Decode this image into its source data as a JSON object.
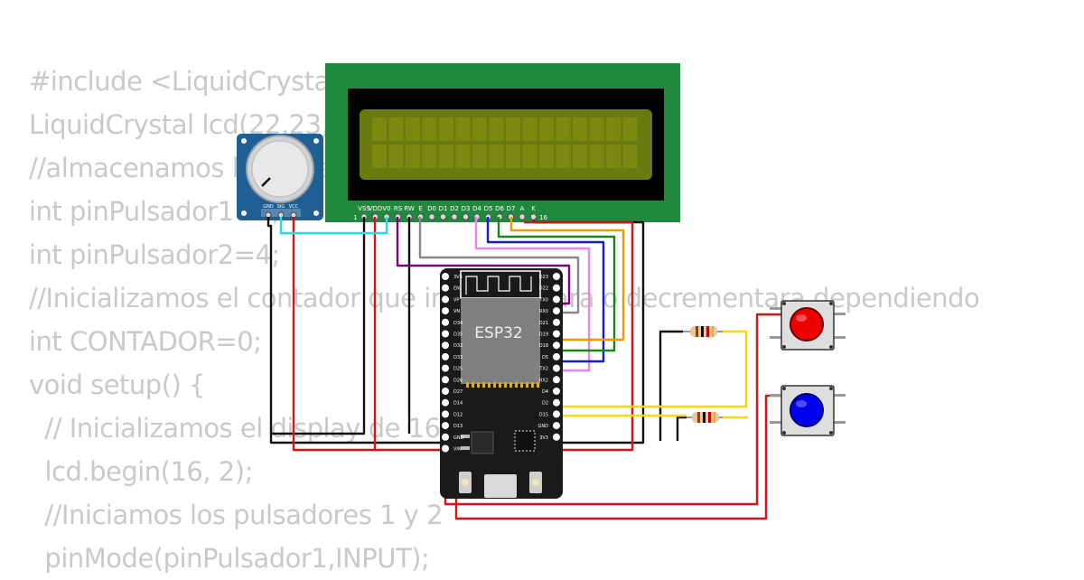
{
  "code_lines": [
    "#include <LiquidCrystal.h>",
    "LiquidCrystal lcd(22,23,5,18,19,21);",
    "//almacenamos los pines de los pulsadores",
    "int pinPulsador1=2;",
    "int pinPulsador2=4;",
    "//Inicializamos el contador que incrementara o decrementara dependiendo",
    "int CONTADOR=0;",
    "void setup() {",
    "  // Inicializamos el display de 16x2",
    "  lcd.begin(16, 2);",
    "  //Iniciamos los pulsadores 1 y 2",
    "  pinMode(pinPulsador1,INPUT);"
  ],
  "lcd": {
    "pins": [
      "VSS",
      "VDD",
      "V0",
      "RS",
      "RW",
      "E",
      "D0",
      "D1",
      "D2",
      "D3",
      "D4",
      "D5",
      "D6",
      "D7",
      "A",
      "K"
    ],
    "pin_first": "1",
    "pin_last": "16"
  },
  "pot": {
    "pins": [
      "GND",
      "SIG",
      "VCC"
    ]
  },
  "esp32": {
    "label": "ESP32",
    "left_pins": [
      "3V3",
      "EN",
      "VP",
      "VN",
      "D34",
      "D35",
      "D32",
      "D33",
      "D25",
      "D26",
      "D27",
      "D14",
      "D12",
      "D13",
      "GND",
      "VIN"
    ],
    "right_pins": [
      "D23",
      "D22",
      "TX0",
      "RX0",
      "D21",
      "D19",
      "D18",
      "D5",
      "TX2",
      "RX2",
      "D4",
      "D2",
      "D15",
      "GND",
      "3V3"
    ]
  },
  "colors": {
    "board": "#1a1a1a",
    "lcd_pcb": "#1f8a3d",
    "lcd_screen": "#6b7a0e",
    "pot_body": "#1f5f93",
    "wire_red": "#dd1111",
    "wire_black": "#111111",
    "wire_cyan": "#22ddee",
    "wire_purple": "#800080",
    "wire_gray": "#888888",
    "wire_violet": "#ee82ee",
    "wire_blue": "#1a1acc",
    "wire_green": "#128a12",
    "wire_orange": "#f09a00",
    "wire_yellow": "#ffd700",
    "button_red": "#ee0000",
    "button_blue": "#0000ee"
  }
}
